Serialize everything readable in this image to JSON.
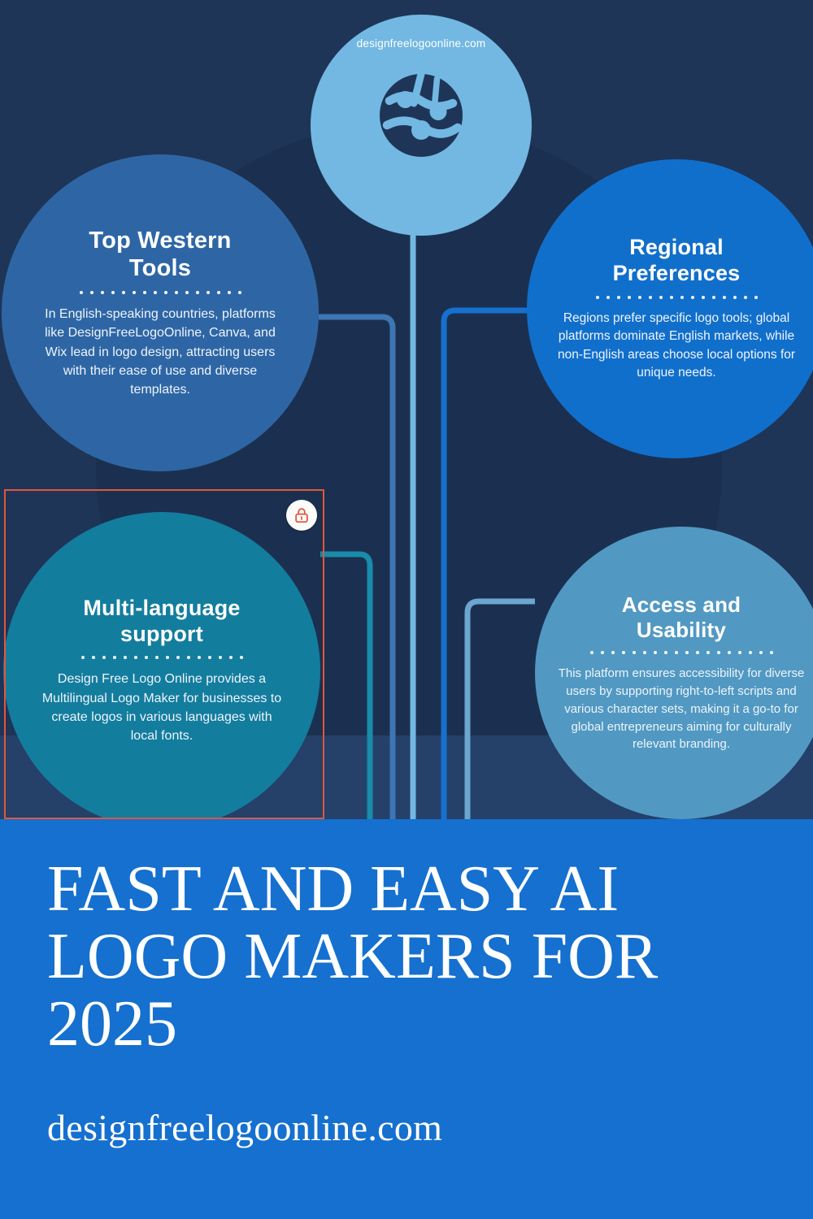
{
  "infographic": {
    "hub": {
      "url_label": "designfreelogoonline.com",
      "icon": "globe-network-icon",
      "color": "#72b8e2"
    },
    "background_color": "#1e3557",
    "nodes": [
      {
        "id": "top-left",
        "title": "Top Western Tools",
        "title_line1": "Top Western",
        "title_line2": "Tools",
        "body": "In English-speaking countries, platforms like DesignFreeLogoOnline, Canva, and Wix lead in logo design, attracting users with their ease of use and diverse templates.",
        "color": "#2e66a5",
        "dot_count": 16
      },
      {
        "id": "top-right",
        "title": "Regional Preferences",
        "title_line1": "Regional",
        "title_line2": "Preferences",
        "body": "Regions prefer specific logo tools; global platforms dominate English markets, while non-English areas choose local options for unique needs.",
        "color": "#116fcc",
        "dot_count": 16
      },
      {
        "id": "bottom-left",
        "title": "Multi-language support",
        "title_line1": "Multi-language",
        "title_line2": "support",
        "body": "Design Free Logo Online provides a Multilingual Logo Maker for businesses to create logos in various languages with local fonts.",
        "color": "#137d9e",
        "dot_count": 16
      },
      {
        "id": "bottom-right",
        "title": "Access and Usability",
        "title_line1": "Access and",
        "title_line2": "Usability",
        "body": "This platform ensures accessibility for diverse users by supporting right-to-left scripts and various character sets, making it a go-to for global entrepreneurs aiming for culturally relevant branding.",
        "color": "#5199c2",
        "dot_count": 18
      }
    ],
    "lock_badge": {
      "icon": "lock-icon",
      "color": "#e2563a"
    },
    "selection_box": {
      "color": "#e2563a",
      "target": "bottom-left"
    }
  },
  "banner": {
    "title": "FAST AND EASY AI LOGO MAKERS FOR 2025",
    "url": "designfreelogoonline.com",
    "background_color": "#1570cf",
    "text_color": "#ffffff"
  }
}
